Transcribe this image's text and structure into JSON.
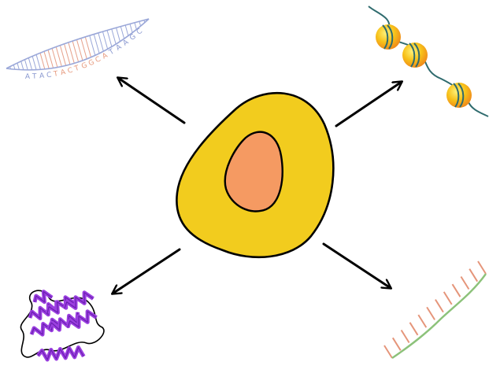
{
  "diagram": {
    "center": {
      "name": "cell",
      "colors": {
        "cytoplasm": "#F2CC1E",
        "nucleus": "#F59A62",
        "outline": "#000000"
      }
    },
    "arrows": [
      {
        "name": "arrow-to-dna",
        "target": "dna-double-helix"
      },
      {
        "name": "arrow-to-chromatin",
        "target": "chromatin-nucleosomes"
      },
      {
        "name": "arrow-to-protein",
        "target": "protein-structure"
      },
      {
        "name": "arrow-to-rna",
        "target": "rna-strand"
      }
    ],
    "dna": {
      "sequence": [
        "A",
        "T",
        "A",
        "C",
        "T",
        "A",
        "C",
        "T",
        "G",
        "G",
        "C",
        "A",
        "T",
        "A",
        "A",
        "G",
        "C"
      ],
      "colors": {
        "backbone": "#9AA7D8",
        "rungs_blue": "#9AA7D8",
        "rungs_red": "#E6A08A",
        "letters_blue": "#8A98D0",
        "letters_red": "#E69A7E"
      }
    },
    "chromatin": {
      "colors": {
        "strand": "#2F6B6E",
        "bead_fill": "#F7C21A",
        "bead_highlight": "#FFF07A",
        "bead_shadow": "#F08C1A"
      }
    },
    "protein": {
      "colors": {
        "helix": "#9B3FE0",
        "helix_dark": "#6A1FB0",
        "loops": "#000000"
      }
    },
    "rna": {
      "colors": {
        "backbone": "#8CC27A",
        "bases": "#E5957A"
      }
    }
  }
}
